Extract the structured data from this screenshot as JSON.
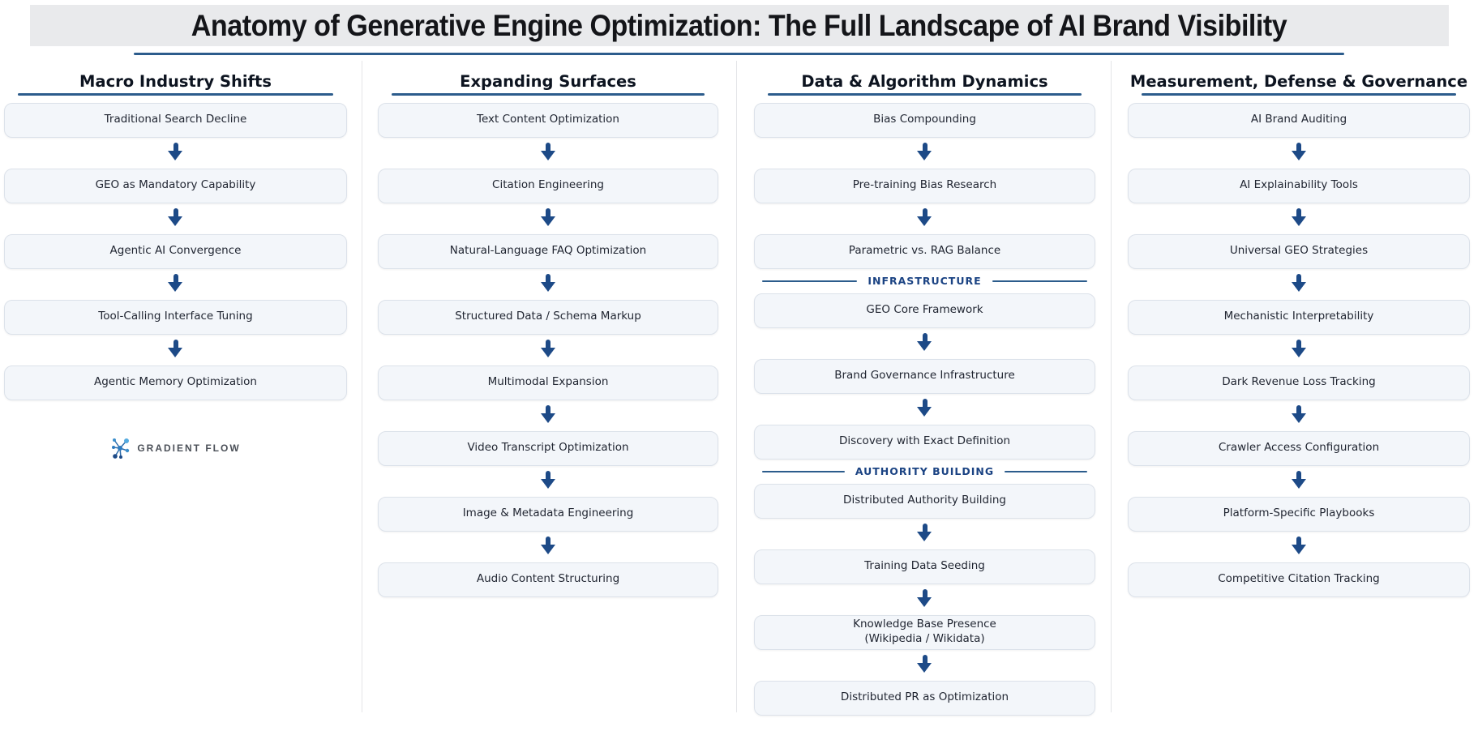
{
  "title": "Anatomy of Generative Engine Optimization: The Full Landscape of AI Brand Visibility",
  "logo": {
    "text": "GRADIENT FLOW"
  },
  "colors": {
    "title_bar_bg": "#e9eaec",
    "accent_line": "#2c5c8c",
    "arrow": "#1d4a87",
    "section_label": "#1b4383",
    "box_bg": "#f3f6fa",
    "box_border": "#dce2ea",
    "logo_blue_dark": "#1d4a87",
    "logo_blue_light": "#54aadf",
    "logo_text_color": "#4b5058"
  },
  "columns": [
    {
      "header": "Macro Industry Shifts",
      "boxes": [
        "Traditional Search Decline",
        "GEO as Mandatory Capability",
        "Agentic AI Convergence",
        "Tool-Calling Interface Tuning",
        "Agentic Memory Optimization"
      ]
    },
    {
      "header": "Expanding Surfaces",
      "boxes": [
        "Text Content Optimization",
        "Citation Engineering",
        "Natural-Language FAQ Optimization",
        "Structured Data / Schema Markup",
        "Multimodal Expansion",
        "Video Transcript Optimization",
        "Image & Metadata Engineering",
        "Audio Content Structuring"
      ]
    },
    {
      "header": "Data & Algorithm Dynamics",
      "sections": [
        "INFRASTRUCTURE",
        "AUTHORITY BUILDING"
      ],
      "boxes": [
        "Bias Compounding",
        "Pre-training Bias Research",
        "Parametric vs. RAG Balance",
        "GEO Core Framework",
        "Brand Governance Infrastructure",
        "Discovery with Exact Definition",
        "Distributed Authority Building",
        "Training Data Seeding",
        "Knowledge Base Presence\n(Wikipedia / Wikidata)",
        "Distributed PR as Optimization"
      ]
    },
    {
      "header": "Measurement, Defense & Governance",
      "boxes": [
        "AI Brand Auditing",
        "AI Explainability Tools",
        "Universal GEO Strategies",
        "Mechanistic Interpretability",
        "Dark Revenue Loss Tracking",
        "Crawler Access Configuration",
        "Platform-Specific Playbooks",
        "Competitive Citation Tracking"
      ]
    }
  ]
}
